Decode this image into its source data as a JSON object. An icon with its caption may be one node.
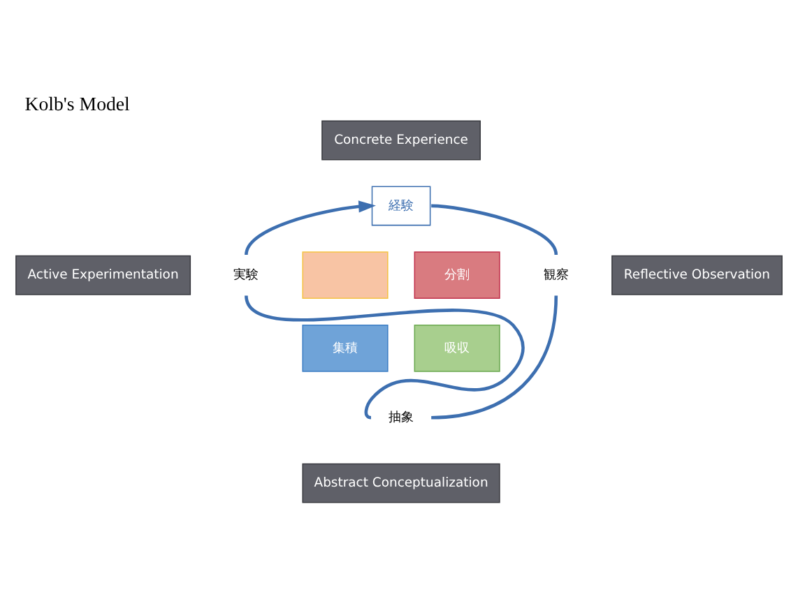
{
  "diagram": {
    "title": "Kolb's Model",
    "nodes": [
      {
        "text": [
          "Concrete Experience"
        ]
      },
      {
        "text": [
          "経験"
        ]
      },
      {
        "text": [
          "Active Experimentation"
        ]
      },
      {
        "text": [
          "実験"
        ]
      },
      {
        "text": [],
        "shape": "box"
      },
      {
        "text": [
          "分割"
        ]
      },
      {
        "text": [
          "集積"
        ]
      },
      {
        "text": [
          "吸収"
        ]
      },
      {
        "text": [
          "観察"
        ]
      },
      {
        "text": [
          "Reflective Observation"
        ]
      },
      {
        "text": [
          "抽象"
        ]
      },
      {
        "text": [
          "Abstract Conceptualization"
        ]
      }
    ],
    "edges": [
      {
        "from": 3,
        "to": 1,
        "arrow": "to"
      },
      {
        "from": 1,
        "to": 8,
        "arrow": "none"
      },
      {
        "from": 8,
        "to": 10,
        "arrow": "none"
      },
      {
        "from": 10,
        "to": 3,
        "arrow": "none"
      }
    ]
  }
}
